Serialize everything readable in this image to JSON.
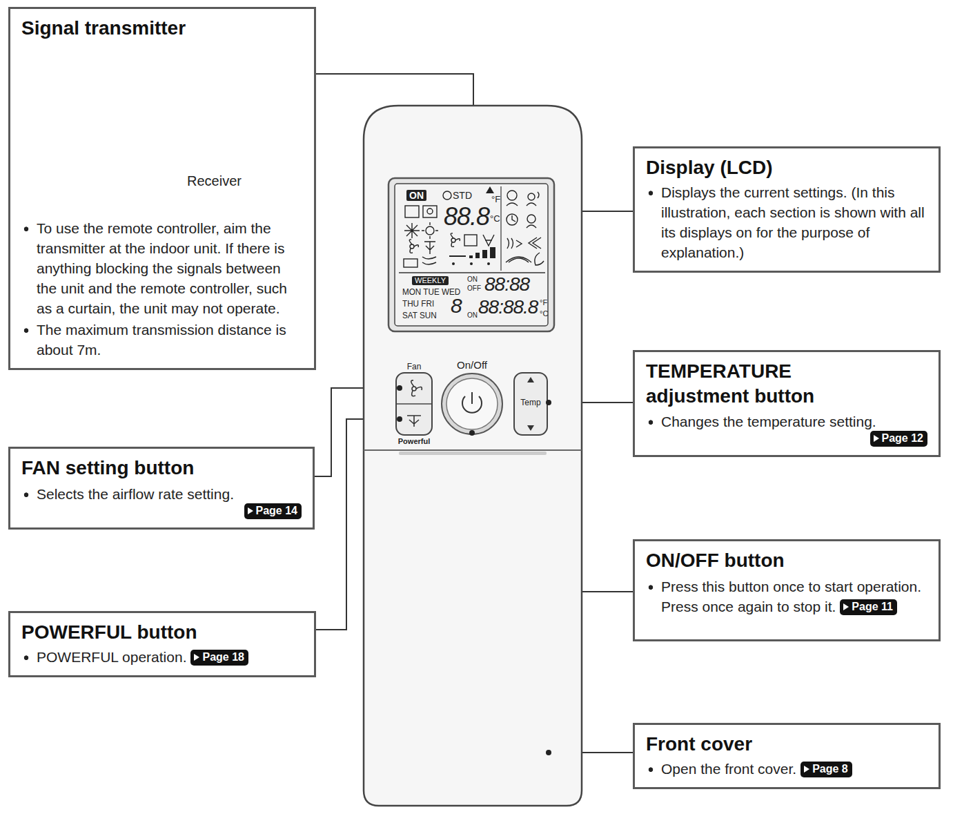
{
  "diagram": {
    "nodes": [
      {
        "text": [
          "Signal transmitter",
          "To use the remote controller, aim the transmitter at the indoor unit. If there is anything blocking the signals between the unit and the remote controller, such as a curtain, the unit may not operate.",
          "The maximum transmission distance is about 7m."
        ]
      },
      {
        "text": [
          "Display (LCD)",
          "Displays the current settings. (In this illustration, each section is shown with all its displays on for the purpose of explanation.)"
        ]
      },
      {
        "text": [
          "TEMPERATURE adjustment button",
          "Changes the temperature setting.",
          "Page 12"
        ]
      },
      {
        "text": [
          "FAN setting button",
          "Selects the airflow rate setting.",
          "Page 14"
        ]
      },
      {
        "text": [
          "ON/OFF button",
          "Press this button once to start operation. Press once again to stop it.",
          "Page 11"
        ]
      },
      {
        "text": [
          "POWERFUL button",
          "POWERFUL operation.",
          "Page 18"
        ]
      },
      {
        "text": [
          "Front cover",
          "Open the front cover.",
          "Page 8"
        ]
      }
    ],
    "labels": [
      "Receiver",
      "ON",
      "STD",
      "°F",
      "88.8",
      "°C",
      "WEEKLY",
      "MON TUE WED",
      "THU FRI",
      "SAT SUN",
      "8",
      "ON",
      "OFF",
      "88:88",
      "ON",
      "88:88.8",
      "°F",
      "°C",
      "Fan",
      "On/Off",
      "Temp",
      "Powerful"
    ]
  }
}
